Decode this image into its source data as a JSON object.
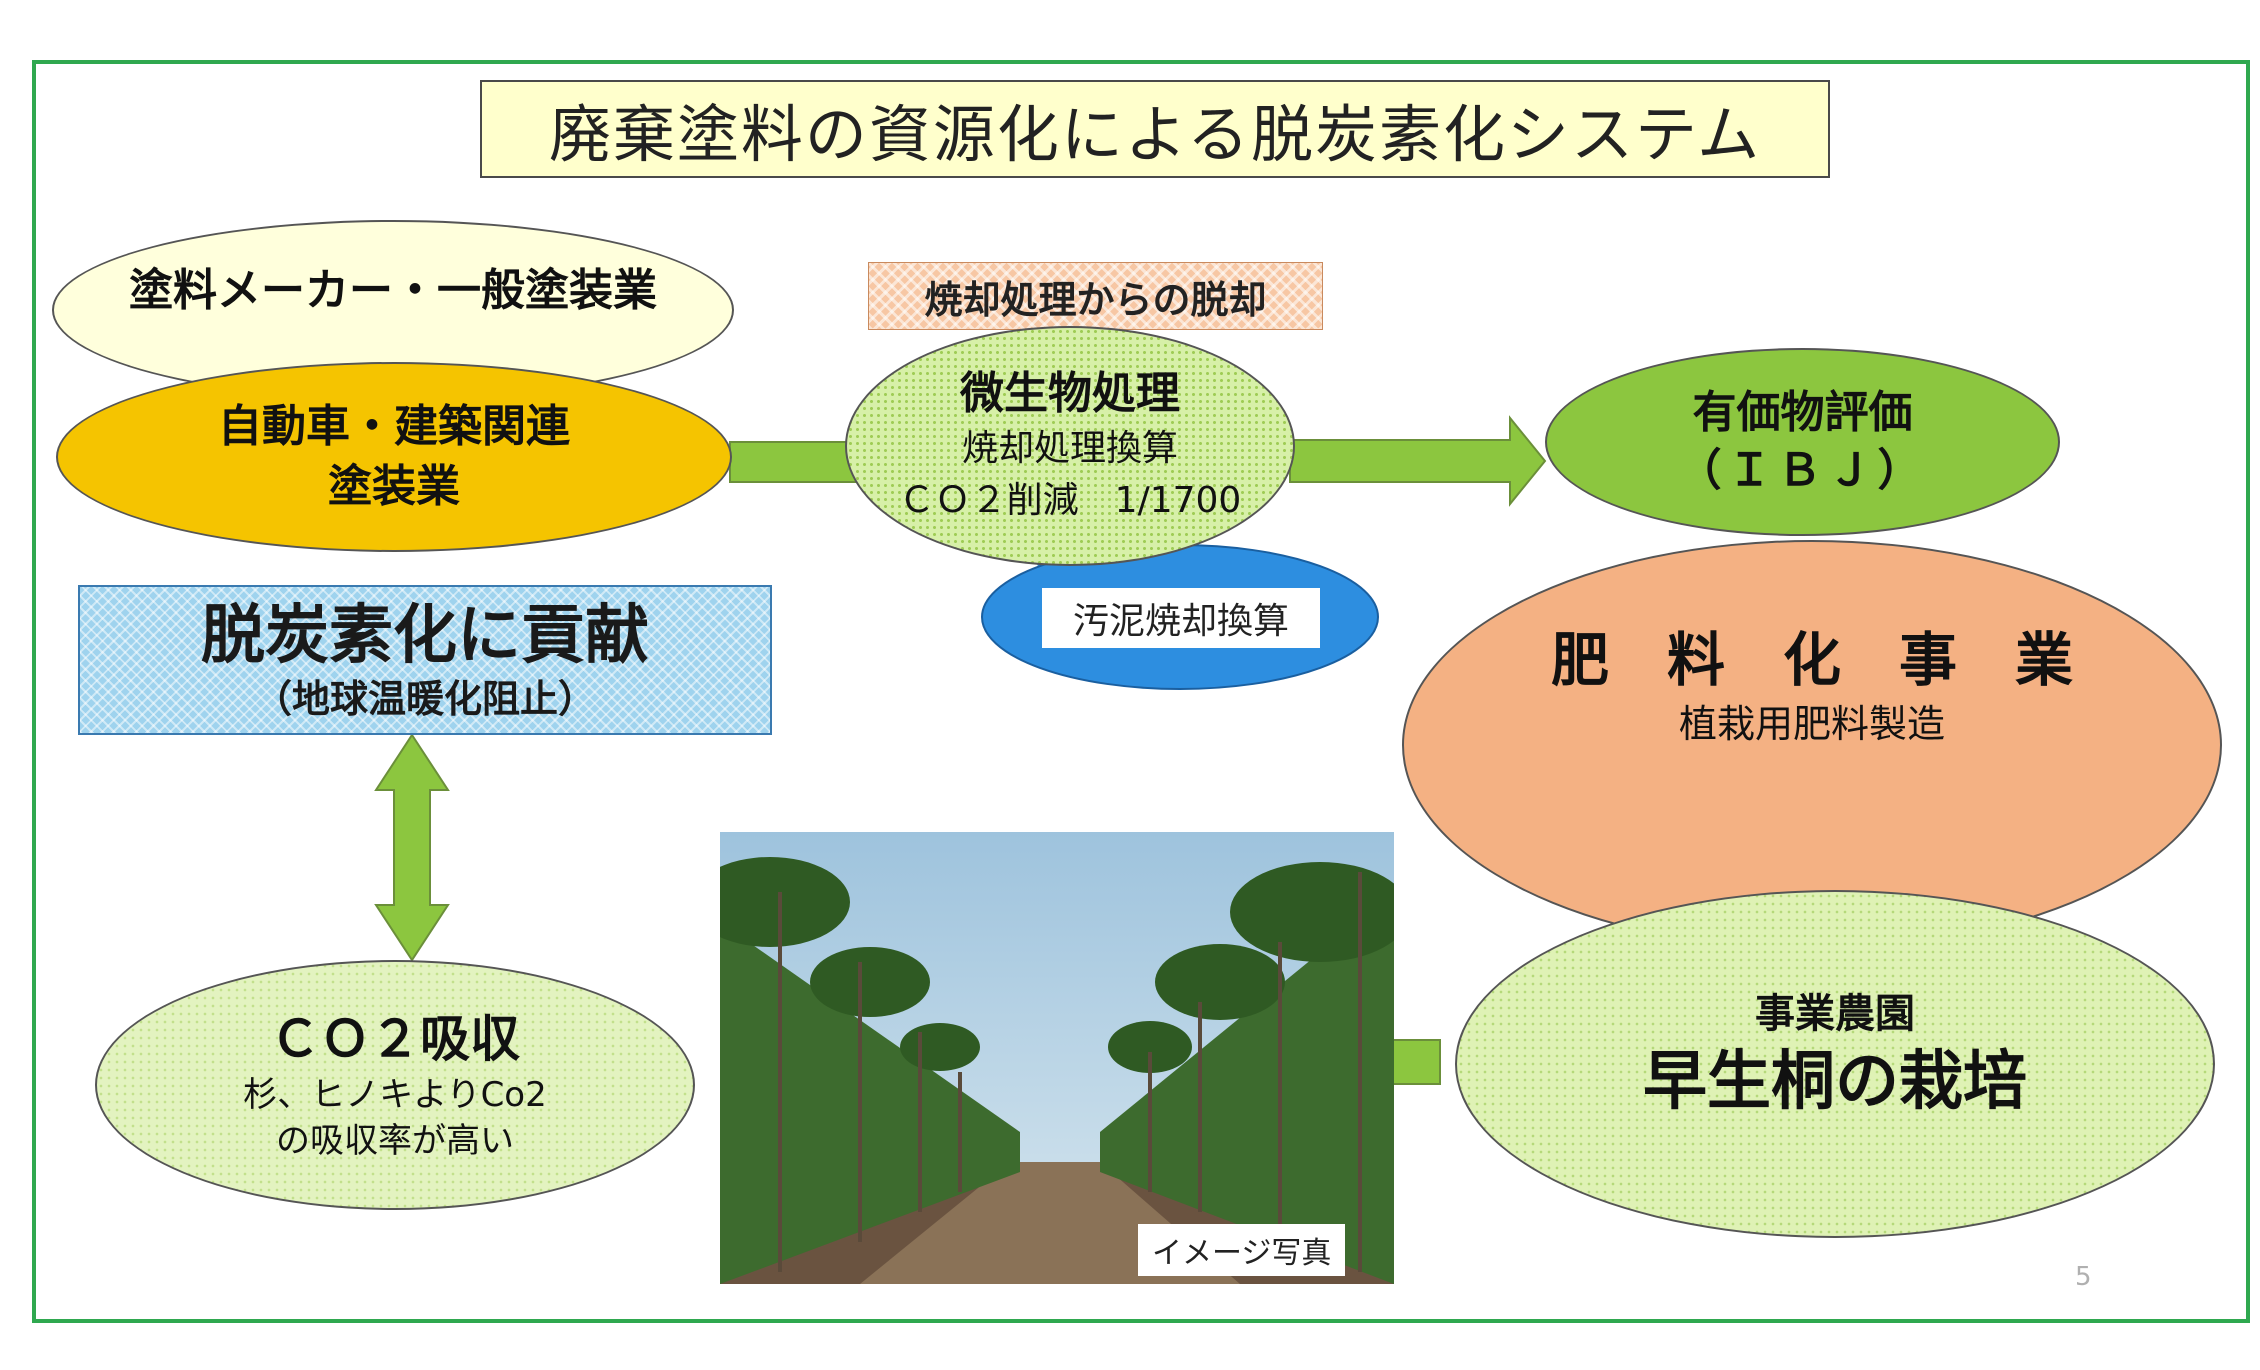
{
  "title": "廃棄塗料の資源化による脱炭素化システム",
  "sources": {
    "top": "塗料メーカー・一般塗装業",
    "bottom_line1": "自動車・建築関連",
    "bottom_line2": "塗装業"
  },
  "incineration_label": "焼却処理からの脱却",
  "microbial": {
    "title": "微生物処理",
    "line1": "焼却処理換算",
    "line2": "ＣＯ２削減　1/1700"
  },
  "sludge_callout": "汚泥焼却換算",
  "valuables": {
    "line1": "有価物評価",
    "line2": "（ＩＢＪ）"
  },
  "decarbon": {
    "title": "脱炭素化に貢献",
    "subtitle": "（地球温暖化阻止）"
  },
  "fertilizer": {
    "title": "肥　料　化　事　業",
    "subtitle": "植栽用肥料製造"
  },
  "farm": {
    "small": "事業農園",
    "large": "早生桐の栽培"
  },
  "co2": {
    "title": "ＣＯ２吸収",
    "line1": "杉、ヒノキよりCo2",
    "line2": "の吸収率が高い"
  },
  "photo_caption": "イメージ写真",
  "page_number": "5",
  "colors": {
    "frame": "#2fa84f",
    "title_bg": "#ffffcc",
    "source_top": "#ffffdc",
    "source_bottom": "#f5c400",
    "arrow": "#8cc63f",
    "valuables": "#8cc63f",
    "sludge": "#2d8ee0",
    "fertilizer": "#f4b183"
  }
}
